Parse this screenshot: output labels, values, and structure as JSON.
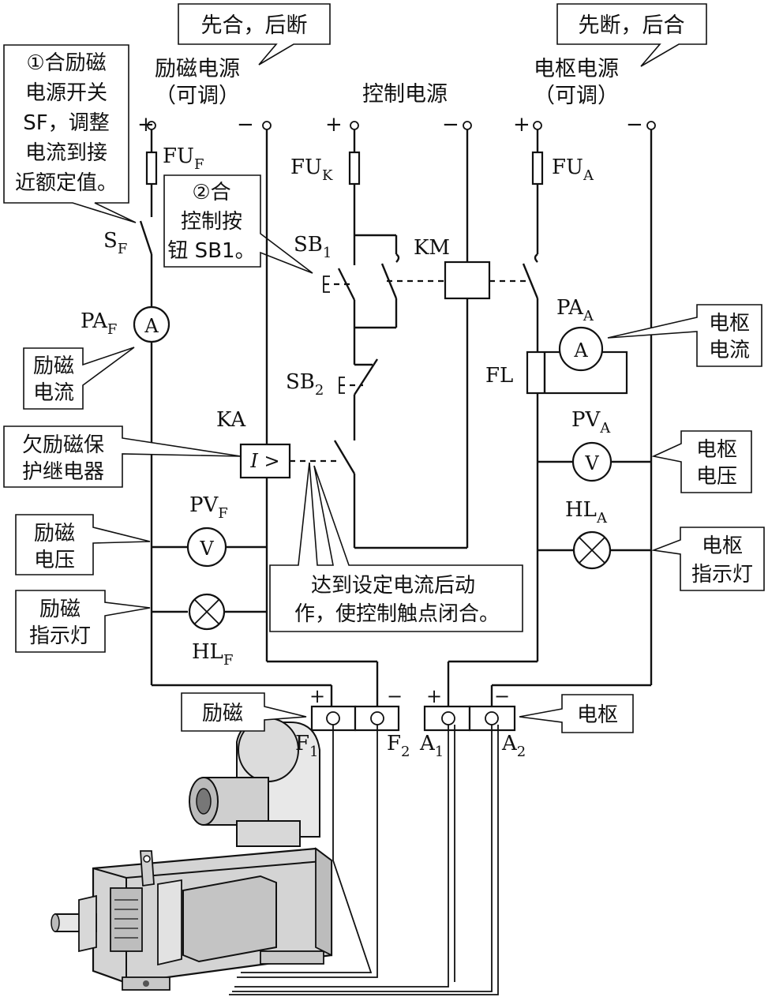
{
  "supplies": {
    "excitation": {
      "title": "励磁电源",
      "sub": "（可调）",
      "plus": "+",
      "minus": "−"
    },
    "control": {
      "title": "控制电源",
      "plus": "+",
      "minus": "−"
    },
    "armature": {
      "title": "电枢电源",
      "sub": "（可调）",
      "plus": "+",
      "minus": "−"
    }
  },
  "callouts": {
    "first_close": "先合，后断",
    "first_open": "先断，后合",
    "step1": [
      "①合励磁",
      "电源开关",
      "SF，调整",
      "电流到接",
      "近额定值。"
    ],
    "step2": [
      "②合",
      "控制按",
      "钮 SB1。"
    ],
    "exc_current": [
      "励磁",
      "电流"
    ],
    "under_relay": [
      "欠励磁保",
      "护继电器"
    ],
    "exc_voltage": [
      "励磁",
      "电压"
    ],
    "exc_lamp": [
      "励磁",
      "指示灯"
    ],
    "relay_action": [
      "达到设定电流后动",
      "作，使控制触点闭合。"
    ],
    "arm_current": [
      "电枢",
      "电流"
    ],
    "arm_voltage": [
      "电枢",
      "电压"
    ],
    "arm_lamp": [
      "电枢",
      "指示灯"
    ],
    "exc_terminal": "励磁",
    "arm_terminal": "电枢"
  },
  "labels": {
    "FUF": {
      "main": "FU",
      "sub": "F"
    },
    "FUK": {
      "main": "FU",
      "sub": "K"
    },
    "FUA": {
      "main": "FU",
      "sub": "A"
    },
    "SF": {
      "main": "S",
      "sub": "F"
    },
    "SB1": {
      "main": "SB",
      "sub": "1"
    },
    "SB2": {
      "main": "SB",
      "sub": "2"
    },
    "KM": "KM",
    "KA": "KA",
    "FL": "FL",
    "PAF": {
      "main": "PA",
      "sub": "F"
    },
    "PAA": {
      "main": "PA",
      "sub": "A"
    },
    "PVF": {
      "main": "PV",
      "sub": "F"
    },
    "PVA": {
      "main": "PV",
      "sub": "A"
    },
    "HLF": {
      "main": "HL",
      "sub": "F"
    },
    "HLA": {
      "main": "HL",
      "sub": "A"
    },
    "relay_symbol": "I >",
    "ammeter": "A",
    "voltmeter": "V",
    "F1": {
      "main": "F",
      "sub": "1"
    },
    "F2": {
      "main": "F",
      "sub": "2"
    },
    "A1": {
      "main": "A",
      "sub": "1"
    },
    "A2": {
      "main": "A",
      "sub": "2"
    },
    "term_plus": "+",
    "term_minus": "−"
  }
}
